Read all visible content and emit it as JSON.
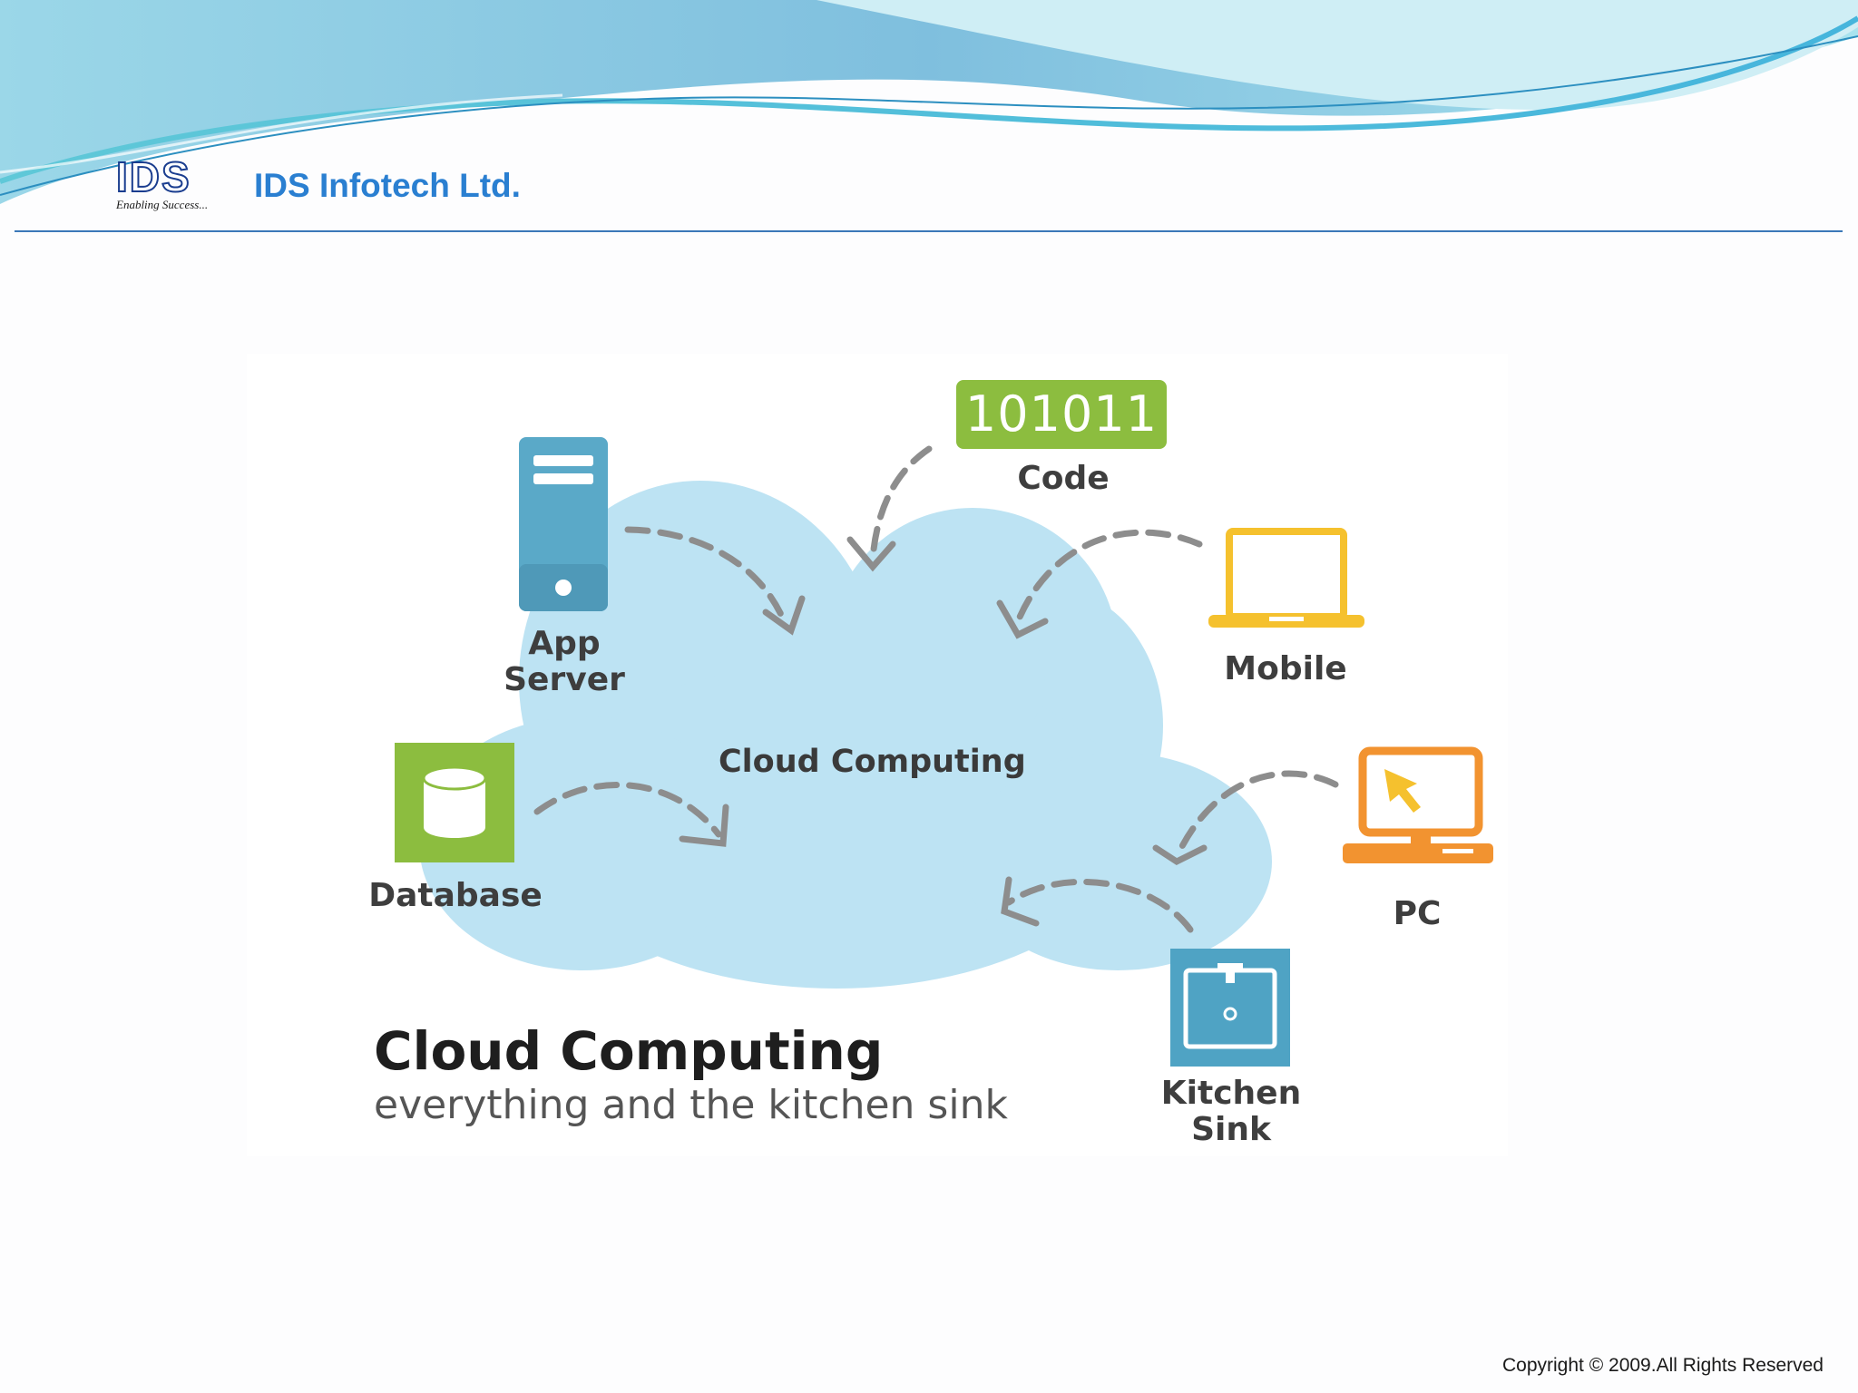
{
  "header": {
    "logo_text": "IDS",
    "logo_tagline": "Enabling Success...",
    "company_name": "IDS Infotech Ltd."
  },
  "diagram": {
    "center_label": "Cloud Computing",
    "code_value": "101011",
    "code_label": "Code",
    "app_server_label_line1": "App",
    "app_server_label_line2": "Server",
    "mobile_label": "Mobile",
    "database_label": "Database",
    "pc_label": "PC",
    "kitchen_sink_label_line1": "Kitchen",
    "kitchen_sink_label_line2": "Sink",
    "caption_title": "Cloud Computing",
    "caption_subtitle": "everything and the kitchen sink"
  },
  "footer": {
    "copyright": "Copyright © 2009.All Rights Reserved"
  },
  "colors": {
    "cloud": "#bde3f3",
    "server_blue": "#5aa9c8",
    "mobile_yellow": "#f5c12e",
    "database_green": "#8cbd3f",
    "pc_orange": "#f29330",
    "sink_blue": "#4fa3c4",
    "arrow_gray": "#8d8d8d",
    "company_blue": "#2a7fd1"
  },
  "icons": [
    "app-server-icon",
    "laptop-icon",
    "database-icon",
    "pc-monitor-icon",
    "kitchen-sink-icon"
  ]
}
